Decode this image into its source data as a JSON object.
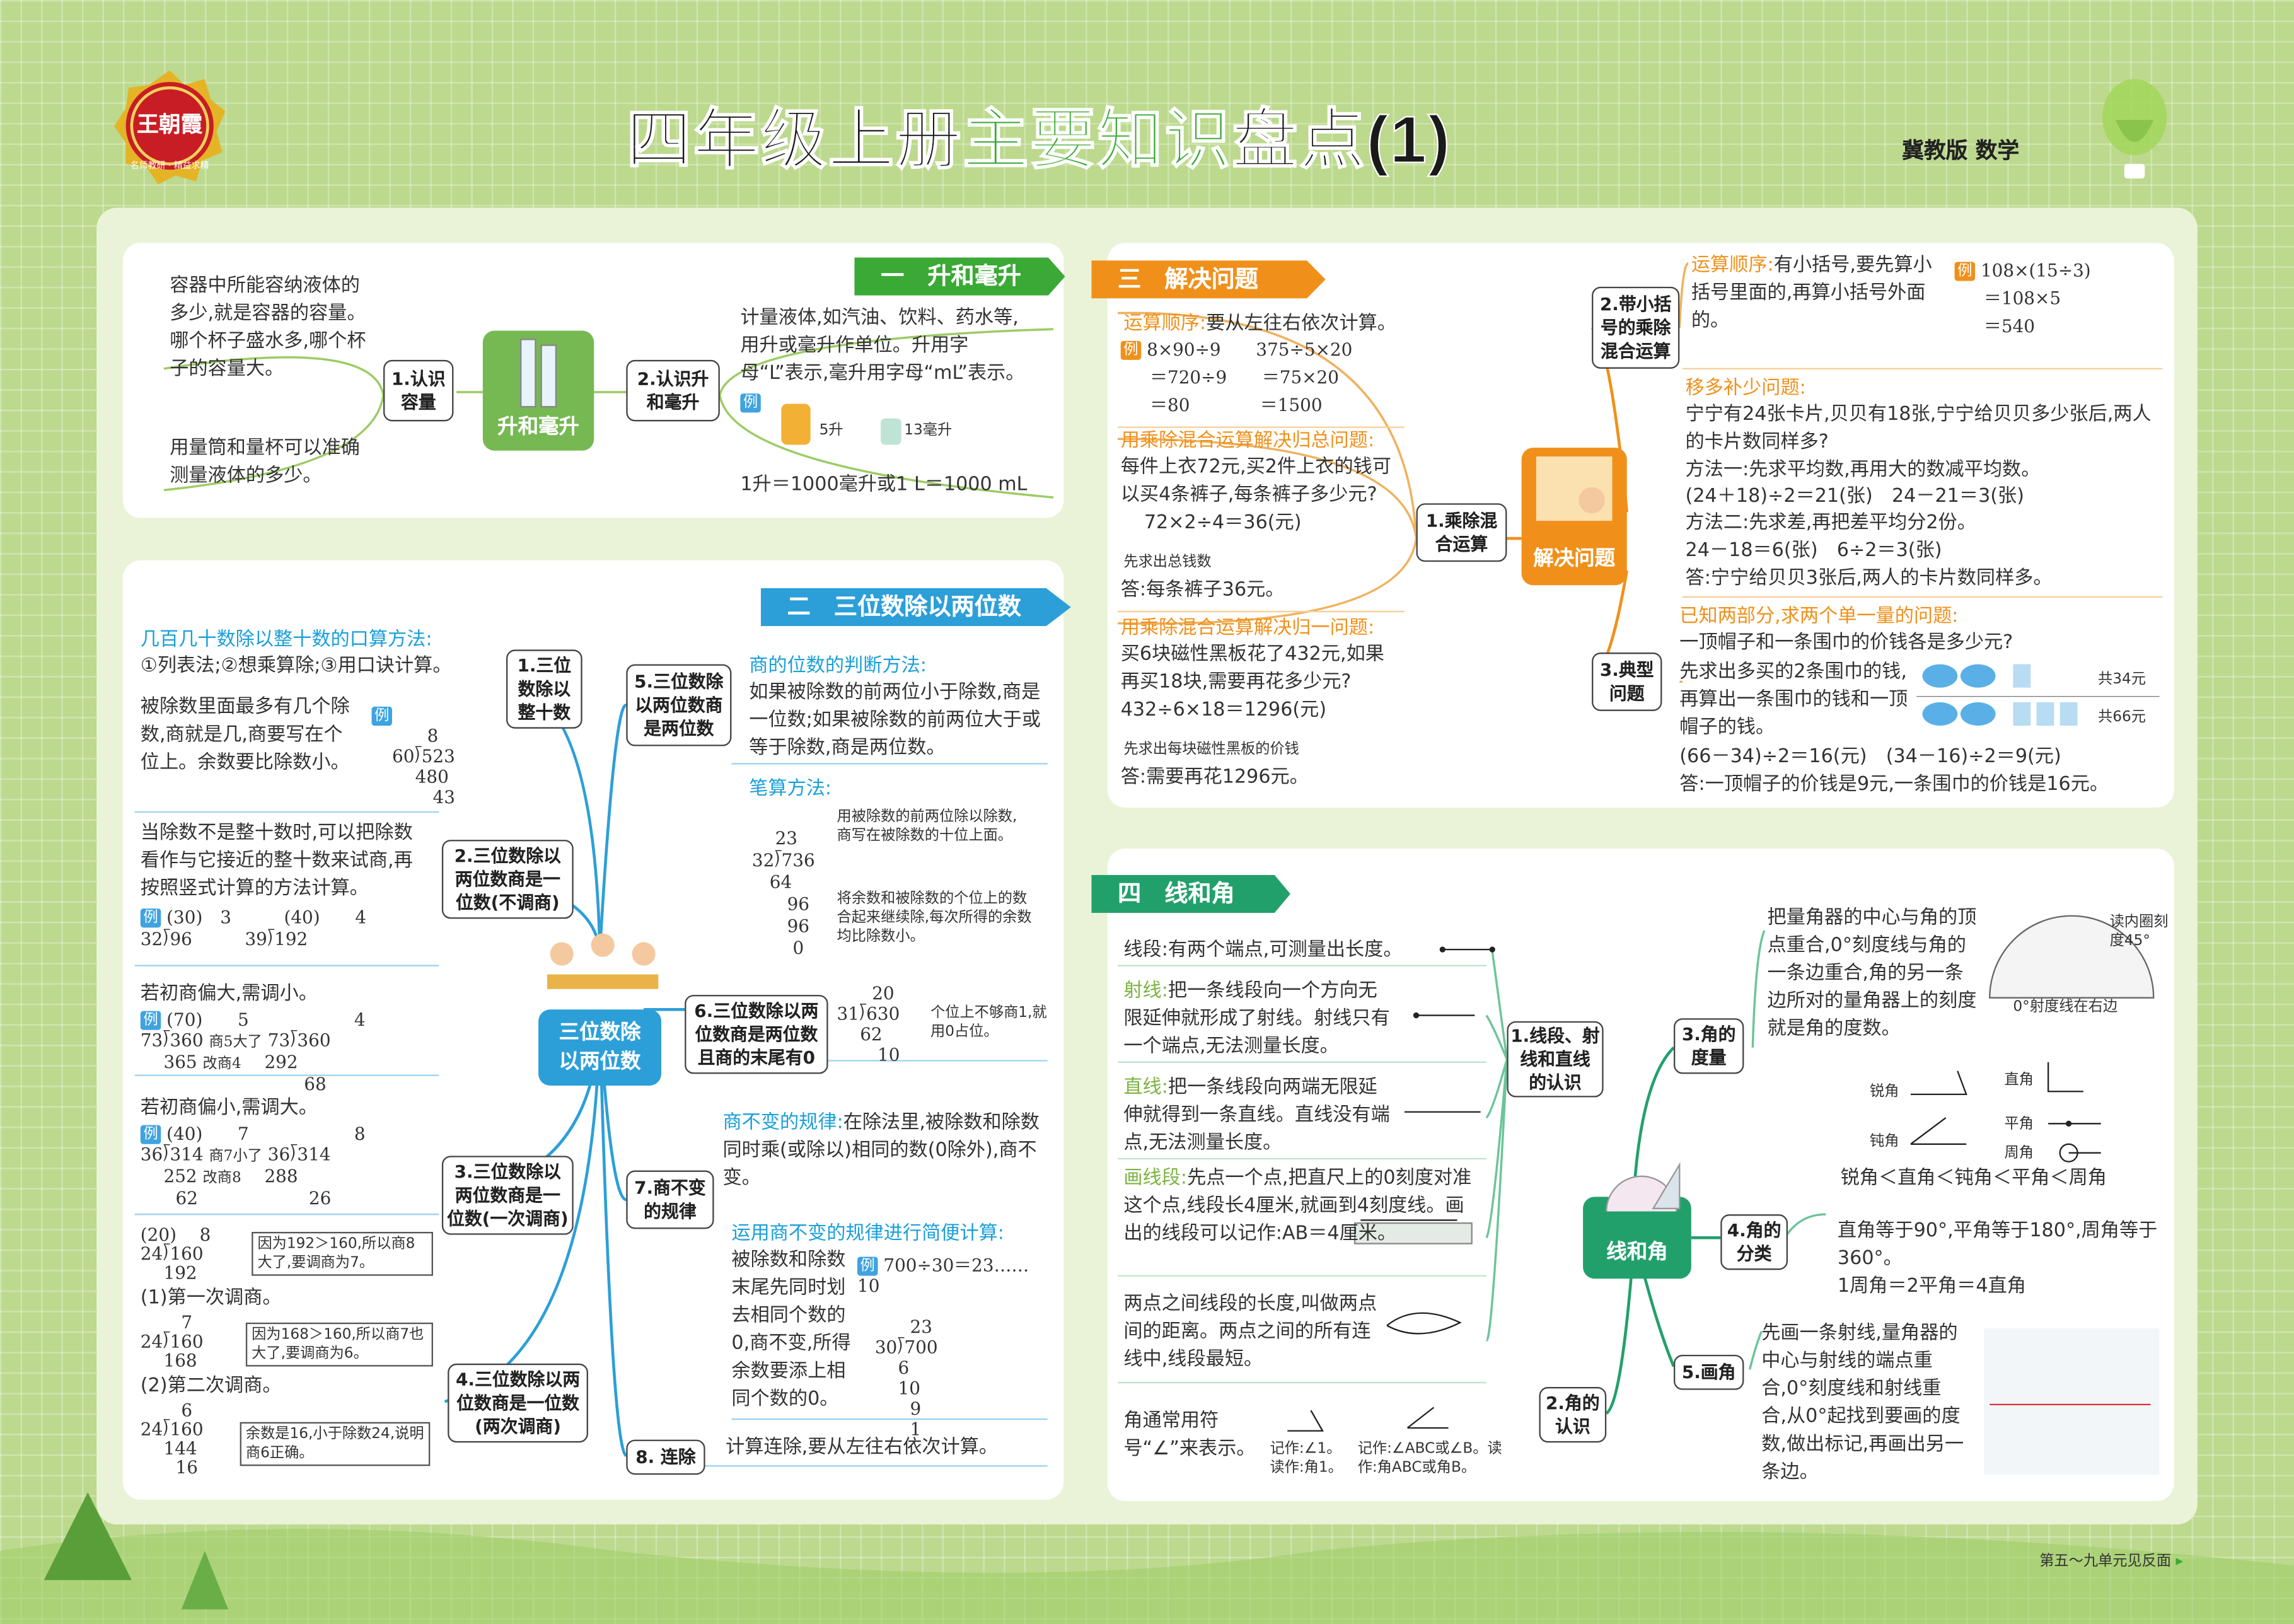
{
  "header": {
    "logo_text": "王朝霞",
    "logo_sub": "名师教研 · 精益求精",
    "title_black1": "四年级上册",
    "title_green": "主要知识",
    "title_black2": "盘点(1)",
    "edition": "冀教版 数学"
  },
  "footer": {
    "note": "第五～九单元见反面"
  },
  "s1": {
    "banner": "一　升和毫升",
    "center": "升和毫升",
    "n1": "1.认识\n容量",
    "n2": "2.认识升\n和毫升",
    "l1": "容器中所能容纳液体的多少,就是容器的容量。哪个杯子盛水多,哪个杯子的容量大。",
    "l2": "用量筒和量杯可以准确测量液体的多少。",
    "r1": "计量液体,如汽油、饮料、药水等,用升或毫升作单位。升用字母“L”表示,毫升用字母“mL”表示。",
    "ex_tag": "例",
    "ex1": "5升",
    "ex2": "13毫升",
    "r2": "1升＝1000毫升或1 L＝1000 mL"
  },
  "s2": {
    "banner": "二　三位数除以两位数",
    "center": "三位数除\n以两位数",
    "n1": "1.三位\n数除以\n整十数",
    "n2": "2.三位数除以\n两位数商是一\n位数(不调商)",
    "n3": "3.三位数除以\n两位数商是一\n位数(一次调商)",
    "n4": "4.三位数除以两\n位数商是一位数\n(两次调商)",
    "n5": "5.三位数除\n以两位数商\n是两位数",
    "n6": "6.三位数除以两\n位数商是两位数\n且商的末尾有0",
    "n7": "7.商不变\n的规律",
    "n8": "8. 连除",
    "a1_title": "几百几十数除以整十数的口算方法:",
    "a1_body": "①列表法;②想乘算除;③用口诀计算。",
    "a2": "被除数里面最多有几个除数,商就是几,商要写在个位上。余数要比除数小。",
    "a3": "当除数不是整十数时,可以把除数看作与它接近的整十数来试商,再按照竖式计算的方法计算。",
    "a3_ex": "(30)　3　　　(40)　　4",
    "a3_ex2": "32⟌96　　　39⟌192",
    "a4_title": "若初商偏大,需调小。",
    "a4_n1": "(70)",
    "a4_n2": "商5大了",
    "a4_n3": "改商4",
    "a5_title": "若初商偏小,需调大。",
    "a5_n1": "(40)",
    "a5_n2": "商7小了",
    "a5_n3": "改商8",
    "a6_b1": "因为192＞160,所以商8大了,要调商为7。",
    "a6_s1": "(1)第一次调商。",
    "a6_b2": "因为168＞160,所以商7也大了,要调商为6。",
    "a6_s2": "(2)第二次调商。",
    "a6_b3": "余数是16,小于除数24,说明商6正确。",
    "r5_title": "商的位数的判断方法:",
    "r5_body": "如果被除数的前两位小于除数,商是一位数;如果被除数的前两位大于或等于除数,商是两位数。",
    "r5b_title": "笔算方法:",
    "r5b_c1": "用被除数的前两位除以除数,商写在被除数的十位上面。",
    "r5b_c2": "将余数和被除数的个位上的数合起来继续除,每次所得的余数均比除数小。",
    "r6_note": "个位上不够商1,就用0占位。",
    "r7_title": "商不变的规律:",
    "r7_body": "在除法里,被除数和除数同时乘(或除以)相同的数(0除外),商不变。",
    "r7b_title": "运用商不变的规律进行简便计算:",
    "r7b_body": "被除数和除数末尾先同时划去相同个数的0,商不变,所得余数要添上相同个数的0。",
    "r7b_ex": "700÷30＝23……10",
    "r8": "计算连除,要从左往右依次计算。"
  },
  "s3": {
    "banner": "三　解决问题",
    "center": "解决问题",
    "n1": "1.乘除混\n合运算",
    "n2": "2.带小括\n号的乘除\n混合运算",
    "n3": "3.典型\n问题",
    "l1_title": "运算顺序:",
    "l1_body": "要从左往右依次计算。",
    "l1_ex": "8×90÷9　　375÷5×20",
    "l1_ex2": "＝720÷9　　＝75×20",
    "l1_ex3": "＝80　　　　＝1500",
    "l2_title": "用乘除混合运算解决归总问题:",
    "l2_body": "每件上衣72元,买2件上衣的钱可以买4条裤子,每条裤子多少元?",
    "l2_calc": "72×2÷4＝36(元)",
    "l2_note": "先求出总钱数",
    "l2_ans": "答:每条裤子36元。",
    "l3_title": "用乘除混合运算解决归一问题:",
    "l3_body": "买6块磁性黑板花了432元,如果再买18块,需要再花多少元?",
    "l3_calc": "432÷6×18＝1296(元)",
    "l3_note": "先求出每块磁性黑板的价钱",
    "l3_ans": "答:需要再花1296元。",
    "r1_title": "运算顺序:",
    "r1_body": "有小括号,要先算小括号里面的,再算小括号外面的。",
    "r1_ex": "108×(15÷3)",
    "r1_ex2": "＝108×5",
    "r1_ex3": "＝540",
    "r2_title": "移多补少问题:",
    "r2_body": "宁宁有24张卡片,贝贝有18张,宁宁给贝贝多少张后,两人的卡片数同样多?",
    "r2_m1": "方法一:先求平均数,再用大的数减平均数。",
    "r2_c1": "(24＋18)÷2＝21(张)　24－21＝3(张)",
    "r2_m2": "方法二:先求差,再把差平均分2份。",
    "r2_c2": "24－18＝6(张)　6÷2＝3(张)",
    "r2_ans": "答:宁宁给贝贝3张后,两人的卡片数同样多。",
    "r3_title": "已知两部分,求两个单一量的问题:",
    "r3_q": "一顶帽子和一条围巾的价钱各是多少元?",
    "r3_body": "先求出多买的2条围巾的钱,再算出一条围巾的钱和一顶帽子的钱。",
    "r3_p1": "共34元",
    "r3_p2": "共66元",
    "r3_calc": "(66－34)÷2＝16(元)　(34－16)÷2＝9(元)",
    "r3_ans": "答:一顶帽子的价钱是9元,一条围巾的价钱是16元。"
  },
  "s4": {
    "banner": "四　线和角",
    "center": "线和角",
    "n1": "1.线段、射\n线和直线\n的认识",
    "n2": "2.角的\n认识",
    "n3": "3.角的\n度量",
    "n4": "4.角的\n分类",
    "n5": "5.画角",
    "l1": "线段:有两个端点,可测量出长度。",
    "l2_t": "射线:",
    "l2": "把一条线段向一个方向无限延伸就形成了射线。射线只有一个端点,无法测量长度。",
    "l3_t": "直线:",
    "l3": "把一条线段向两端无限延伸就得到一条直线。直线没有端点,无法测量长度。",
    "l4_t": "画线段:",
    "l4": "先点一个点,把直尺上的0刻度对准这个点,线段长4厘米,就画到4刻度线。画出的线段可以记作:AB＝4厘米。",
    "l5": "两点之间线段的长度,叫做两点间的距离。两点之间的所有连线中,线段最短。",
    "l6": "角通常用符号“∠”来表示。",
    "l6_a": "记作:∠1。读作:角1。",
    "l6_b": "记作:∠ABC或∠B。读作:角ABC或角B。",
    "r1": "把量角器的中心与角的顶点重合,0°刻度线与角的一条边重合,角的另一条边所对的量角器上的刻度就是角的度数。",
    "r1_n1": "读内圈刻度45°",
    "r1_n2": "0°射度线在右边",
    "r2_labels": [
      "锐角",
      "直角",
      "钝角",
      "平角",
      "周角"
    ],
    "r2_order": "锐角＜直角＜钝角＜平角＜周角",
    "r3": "直角等于90°,平角等于180°,周角等于360°。",
    "r3b": "1周角＝2平角＝4直角",
    "r4": "先画一条射线,量角器的中心与射线的端点重合,0°刻度线和射线重合,从0°起找到要画的度数,做出标记,再画出另一条边。"
  }
}
